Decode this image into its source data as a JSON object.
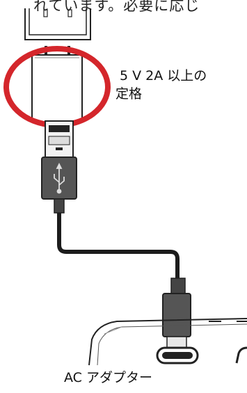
{
  "top_cut_text": "れています。必要に応じ",
  "spec": {
    "line1": "5 V  2A 以上の",
    "line2": "定格"
  },
  "caption": "AC アダプター",
  "colors": {
    "highlight_circle": "#d4262b",
    "cable": "#1c1c1c",
    "connector_body": "#555555",
    "outline": "#222222"
  }
}
